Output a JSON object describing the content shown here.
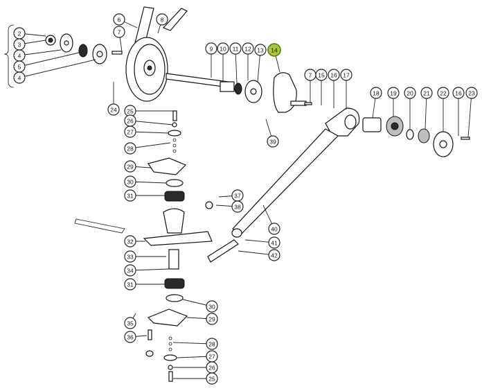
{
  "diagram": {
    "highlight_color": "#a8c93a",
    "callouts": [
      {
        "id": "c2",
        "label": "2"
      },
      {
        "id": "c3",
        "label": "3"
      },
      {
        "id": "c4a",
        "label": "4"
      },
      {
        "id": "c5",
        "label": "5"
      },
      {
        "id": "c4b",
        "label": "4"
      },
      {
        "id": "c6",
        "label": "6"
      },
      {
        "id": "c7a",
        "label": "7"
      },
      {
        "id": "c8",
        "label": "8"
      },
      {
        "id": "c9",
        "label": "9"
      },
      {
        "id": "c10",
        "label": "10"
      },
      {
        "id": "c11",
        "label": "11"
      },
      {
        "id": "c12",
        "label": "12"
      },
      {
        "id": "c13",
        "label": "13"
      },
      {
        "id": "c14",
        "label": "14",
        "highlight": true
      },
      {
        "id": "c7b",
        "label": "7"
      },
      {
        "id": "c15",
        "label": "15"
      },
      {
        "id": "c16a",
        "label": "16"
      },
      {
        "id": "c17",
        "label": "17"
      },
      {
        "id": "c18",
        "label": "18"
      },
      {
        "id": "c19",
        "label": "19"
      },
      {
        "id": "c20",
        "label": "20"
      },
      {
        "id": "c21",
        "label": "21"
      },
      {
        "id": "c22",
        "label": "22"
      },
      {
        "id": "c16b",
        "label": "16"
      },
      {
        "id": "c23",
        "label": "23"
      },
      {
        "id": "c24",
        "label": "24"
      },
      {
        "id": "c25a",
        "label": "25"
      },
      {
        "id": "c26a",
        "label": "26"
      },
      {
        "id": "c27a",
        "label": "27"
      },
      {
        "id": "c28a",
        "label": "28"
      },
      {
        "id": "c29a",
        "label": "29"
      },
      {
        "id": "c30a",
        "label": "30"
      },
      {
        "id": "c31a",
        "label": "31"
      },
      {
        "id": "c37",
        "label": "37"
      },
      {
        "id": "c38",
        "label": "38"
      },
      {
        "id": "c39",
        "label": "39"
      },
      {
        "id": "c40",
        "label": "40"
      },
      {
        "id": "c41",
        "label": "41"
      },
      {
        "id": "c42",
        "label": "42"
      },
      {
        "id": "c32",
        "label": "32"
      },
      {
        "id": "c33",
        "label": "33"
      },
      {
        "id": "c34",
        "label": "34"
      },
      {
        "id": "c31b",
        "label": "31"
      },
      {
        "id": "c30b",
        "label": "30"
      },
      {
        "id": "c29b",
        "label": "29"
      },
      {
        "id": "c35",
        "label": "35"
      },
      {
        "id": "c36",
        "label": "36"
      },
      {
        "id": "c28b",
        "label": "28"
      },
      {
        "id": "c27b",
        "label": "27"
      },
      {
        "id": "c26b",
        "label": "26"
      },
      {
        "id": "c25b",
        "label": "25"
      }
    ]
  }
}
